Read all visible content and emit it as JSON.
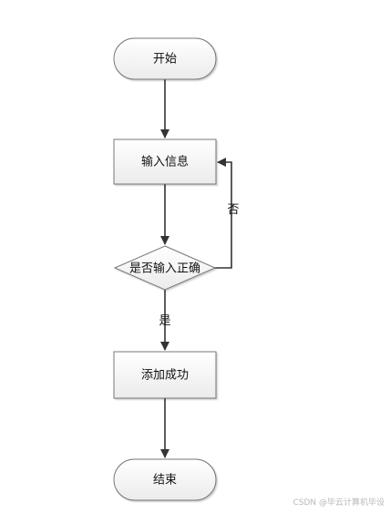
{
  "nodes": {
    "start": "开始",
    "input": "输入信息",
    "decision": "是否输入正确",
    "success": "添加成功",
    "end": "结束"
  },
  "edges": {
    "no_label": "否",
    "yes_label": "是"
  },
  "watermark": "CSDN @毕云计算机毕设",
  "colors": {
    "node_fill": "#f3f3f3",
    "node_stroke": "#777777",
    "line": "#333333"
  }
}
